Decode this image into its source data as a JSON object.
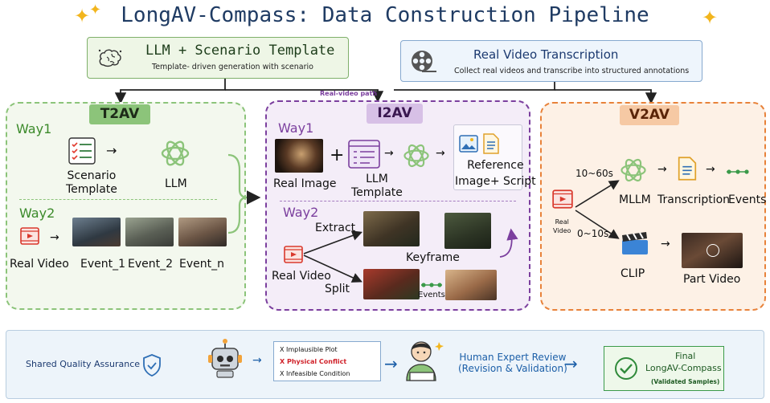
{
  "title": "LongAV-Compass: Data Construction Pipeline",
  "top_left": {
    "title": "LLM + Scenario Template",
    "subtitle": "Template- driven generation with scenario"
  },
  "top_right": {
    "title": "Real Video Transcription",
    "subtitle": "Collect real videos and transcribe into structured annotations"
  },
  "real_video_path": "Real-video path",
  "t2av": {
    "tag": "T2AV",
    "way1": "Way1",
    "scenario_template": "Scenario\nTemplate",
    "llm": "LLM",
    "way2": "Way2",
    "real_video": "Real Video",
    "events": [
      "Event_1",
      "Event_2",
      "Event_n"
    ]
  },
  "i2av": {
    "tag": "I2AV",
    "way1": "Way1",
    "real_image": "Real Image",
    "plus": "+",
    "llm_template": "LLM\nTemplate",
    "reference": "Reference\nImage+ Script",
    "way2": "Way2",
    "extract": "Extract",
    "keyframe": "Keyframe",
    "real_video": "Real Video",
    "split": "Split",
    "events": "Events"
  },
  "v2av": {
    "tag": "V2AV",
    "range1": "10~60s",
    "range2": "0~10s",
    "real_video": "Real\nVideo",
    "mllm": "MLLM",
    "transcription": "Transcription",
    "events": "Events",
    "clip": "CLIP",
    "part_video": "Part Video"
  },
  "qa": {
    "label": "Shared Quality Assurance",
    "checks": [
      "X Implausible Plot",
      "X Physical Conflict",
      "X Infeasible Condition"
    ],
    "human_review": "Human Expert Review\n(Revision & Validation)",
    "final_1": "Final",
    "final_2": "LongAV-Compass",
    "final_3": "(Validated Samples)"
  },
  "colors": {
    "title": "#1f3b63",
    "t2av": "#8cc47a",
    "i2av": "#7b3f9e",
    "v2av": "#e8823a",
    "top_left_bg": "#eef6e6",
    "top_right_bg": "#eef5fc",
    "qa_bg": "#edf4fa",
    "physical_conflict": "#d0222a"
  }
}
